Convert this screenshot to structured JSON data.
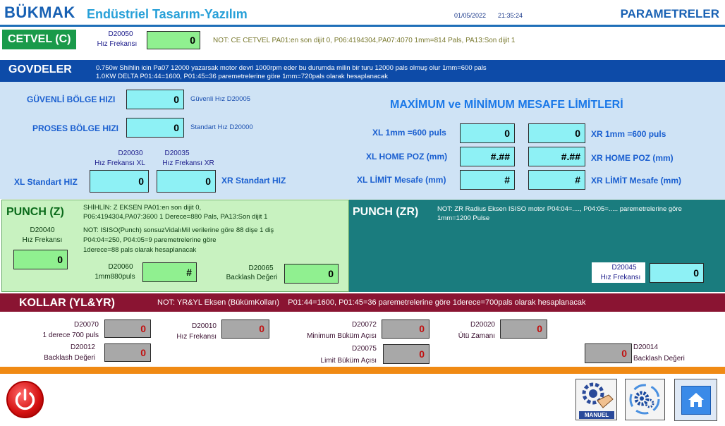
{
  "header": {
    "brand": "BÜKMAK",
    "subtitle": "Endüstriel Tasarım-Yazılım",
    "date": "01/05/2022",
    "time": "21:35:24",
    "page_title": "PARAMETRELER"
  },
  "cetvel": {
    "tag": "CETVEL (C)",
    "reg": "D20050",
    "label": "Hız Frekansı",
    "value": "0",
    "note": "NOT: CE CETVEL PA01:en son dijit 0, P06:4194304,PA07:4070 1mm=814 Pals, PA13:Son dijit 1"
  },
  "govdeler": {
    "tag": "GOVDELER",
    "note1": "0.750w Shihlin icin Pa07 12000 yazarsak motor devri 1000rpm eder bu durumda milin bir turu 12000 pals olmuş olur 1mm=600 pals",
    "note2": "1.0KW DELTA P01:44=1600, P01:45=36 paremetrelerine göre 1mm=720pals olarak hesaplanacak",
    "guvenli_label": "GÜVENLİ BÖLGE HIZI",
    "guvenli_value": "0",
    "guvenli_note": "Güvenli Hız D20005",
    "proses_label": "PROSES BÖLGE HIZI",
    "proses_value": "0",
    "proses_note": "Standart Hız  D20000",
    "xl_reg": "D20030",
    "xl_reg_label": "Hız Frekansı XL",
    "xl_std_label": "XL Standart HIZ",
    "xl_std_value": "0",
    "xr_reg": "D20035",
    "xr_reg_label": "Hız Frekansı XR",
    "xr_std_label": "XR Standart HIZ",
    "xr_std_value": "0",
    "maxmin_title": "MAXİMUM  ve MİNİMUM MESAFE LİMİTLERİ",
    "xl_1mm_label": "XL 1mm =600 puls",
    "xl_1mm_value": "0",
    "xr_1mm_label": "XR 1mm =600 puls",
    "xr_1mm_value": "0",
    "xl_home_label": "XL HOME POZ (mm)",
    "xl_home_value": "#.##",
    "xr_home_label": "XR HOME POZ (mm)",
    "xr_home_value": "#.##",
    "xl_limit_label": "XL LİMİT Mesafe (mm)",
    "xl_limit_value": "#",
    "xr_limit_label": "XR LİMİT Mesafe (mm)",
    "xr_limit_value": "#"
  },
  "punch_z": {
    "tag": "PUNCH (Z)",
    "note1": "SHİHLİN: Z EKSEN PA01:en son dijit 0,",
    "note2": "P06:4194304,PA07:3600 1 Derece=880 Pals, PA13:Son dijit 1",
    "note3": "NOT: ISISO(Punch) sonsuzVidalıMil verilerine göre 88 dişe 1 diş",
    "note4": "P04:04=250, P04:05=9 paremetrelerine göre",
    "note5": "1derece=88 pals olarak hesaplanacak",
    "reg1": "D20040",
    "reg1_label": "Hız Frekansı",
    "value1": "0",
    "reg2": "D20060",
    "reg2_label": "1mm880puls",
    "value2": "#",
    "reg3": "D20065",
    "reg3_label": "Backlash Değeri",
    "value3": "0"
  },
  "punch_zr": {
    "tag": "PUNCH (ZR)",
    "note1": "NOT: ZR Radius Eksen ISISO motor P04:04=...., P04:05=..... paremetrelerine göre",
    "note2": "1mm=1200 Pulse",
    "reg": "D20045",
    "label": "Hız Frekansı",
    "value": "0"
  },
  "kollar": {
    "tag": "KOLLAR  (YL&YR)",
    "note": "NOT: YR&YL Eksen (BükümKolları)    P01:44=1600, P01:45=36 paremetrelerine göre 1derece=700pals olarak hesaplanacak",
    "r1_reg": "D20070",
    "r1_label": "1 derece 700 puls",
    "r1_value": "0",
    "r2_reg": "D20012",
    "r2_label": "Backlash Değeri",
    "r2_value": "0",
    "r3_reg": "D20010",
    "r3_label": "Hız Frekansı",
    "r3_value": "0",
    "r4_reg": "D20072",
    "r4_label": "Minimum Büküm Açısı",
    "r4_value": "0",
    "r5_reg": "D20075",
    "r5_label": "Limit Büküm Açısı",
    "r5_value": "0",
    "r6_reg": "D20020",
    "r6_label": "Ütü Zamanı",
    "r6_value": "0",
    "r7_reg": "D20014",
    "r7_label": "Backlash Değeri",
    "r7_value": "0"
  },
  "footer": {
    "manuel_label": "MANUEL",
    "icons": [
      "power-icon",
      "manuel-icon",
      "settings-icon",
      "home-icon"
    ]
  },
  "colors": {
    "brand_blue": "#1760b3",
    "govdeler_blue": "#0d4ba8",
    "punch_green": "#c8f2c0",
    "punch_zr_teal": "#1a7c7e",
    "kollar_maroon": "#8a1432",
    "orange_bar": "#f08a14"
  }
}
